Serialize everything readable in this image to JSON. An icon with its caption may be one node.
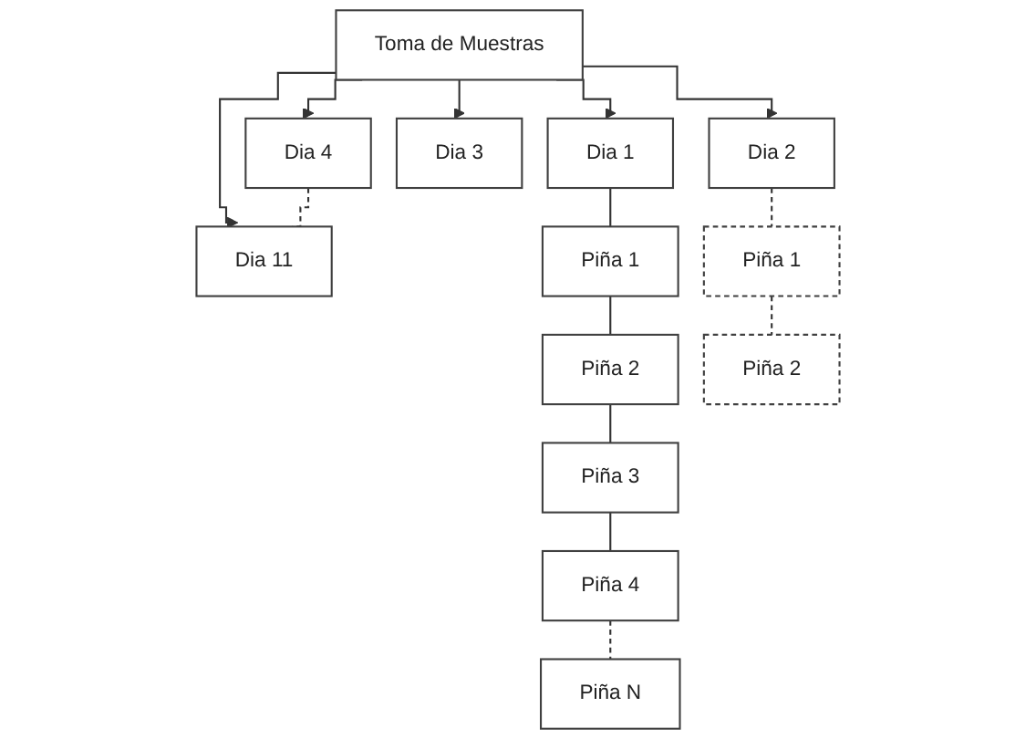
{
  "diagram": {
    "nodes": [
      {
        "text": [
          "Toma de Muestras"
        ]
      },
      {
        "text": [
          "Dia 1"
        ]
      },
      {
        "text": [
          "Dia 2"
        ]
      },
      {
        "text": [
          "Dia 3"
        ]
      },
      {
        "text": [
          "Dia 4"
        ]
      },
      {
        "text": [
          "Dia 11"
        ]
      },
      {
        "text": [
          "Piña 1"
        ]
      },
      {
        "text": [
          "Piña 2"
        ]
      },
      {
        "text": [
          "Piña 3"
        ]
      },
      {
        "text": [
          "Piña 4"
        ]
      },
      {
        "text": [
          "Piña N"
        ]
      },
      {
        "text": [
          "Piña 1"
        ]
      },
      {
        "text": [
          "Piña 2"
        ]
      }
    ],
    "edges": [
      {
        "from": 0,
        "to": 1,
        "arrow": "to"
      },
      {
        "from": 0,
        "to": 2,
        "arrow": "to"
      },
      {
        "from": 0,
        "to": 3,
        "arrow": "to"
      },
      {
        "from": 0,
        "to": 4,
        "arrow": "to"
      },
      {
        "from": 0,
        "to": 5,
        "arrow": "to"
      },
      {
        "from": 4,
        "to": 5,
        "arrow": "none",
        "style": "dashed"
      },
      {
        "from": 1,
        "to": 6,
        "arrow": "none"
      },
      {
        "from": 6,
        "to": 7,
        "arrow": "none"
      },
      {
        "from": 7,
        "to": 8,
        "arrow": "none"
      },
      {
        "from": 8,
        "to": 9,
        "arrow": "none"
      },
      {
        "from": 9,
        "to": 10,
        "arrow": "none",
        "style": "dashed"
      },
      {
        "from": 2,
        "to": 11,
        "arrow": "none",
        "style": "dashed"
      },
      {
        "from": 11,
        "to": 12,
        "arrow": "none",
        "style": "dashed"
      }
    ]
  }
}
